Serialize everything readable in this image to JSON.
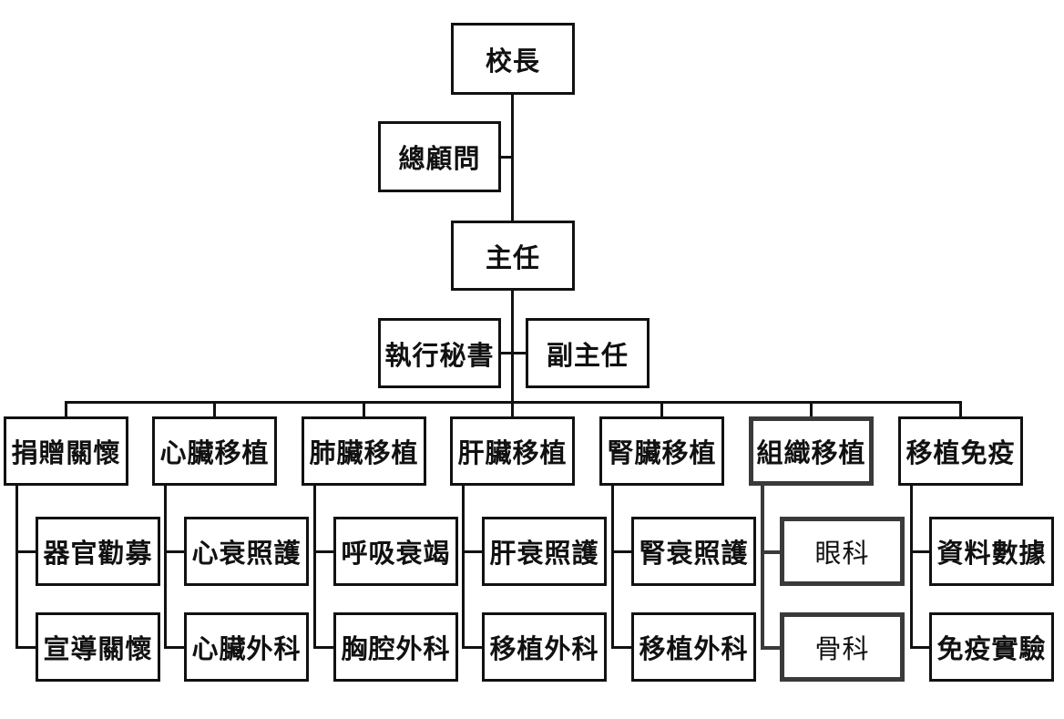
{
  "chart": {
    "principal": "校長",
    "general_advisor": "總顧問",
    "director": "主任",
    "executive_secretary": "執行秘書",
    "deputy_director": "副主任",
    "departments": [
      {
        "name": "捐贈關懷",
        "highlighted": false,
        "units": [
          "器官勸募",
          "宣導關懷"
        ]
      },
      {
        "name": "心臟移植",
        "highlighted": false,
        "units": [
          "心衰照護",
          "心臟外科"
        ]
      },
      {
        "name": "肺臟移植",
        "highlighted": false,
        "units": [
          "呼吸衰竭",
          "胸腔外科"
        ]
      },
      {
        "name": "肝臟移植",
        "highlighted": false,
        "units": [
          "肝衰照護",
          "移植外科"
        ]
      },
      {
        "name": "腎臟移植",
        "highlighted": false,
        "units": [
          "腎衰照護",
          "移植外科"
        ]
      },
      {
        "name": "組織移植",
        "highlighted": true,
        "units": [
          "眼科",
          "骨科"
        ]
      },
      {
        "name": "移植免疫",
        "highlighted": false,
        "units": [
          "資料數據",
          "免疫實驗"
        ]
      }
    ]
  },
  "colors": {
    "border": "#111111",
    "highlight_border": "#3a3a3a",
    "background": "#ffffff"
  }
}
